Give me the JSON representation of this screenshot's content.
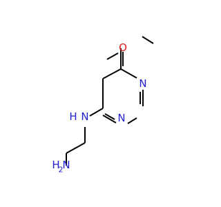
{
  "colors": {
    "bond": "#000000",
    "nitrogen": "#2020d0",
    "oxygen": "#e02020"
  },
  "atoms": {
    "o_methoxy": "O",
    "n_ring_upper": "N",
    "n_ring_lower": "N",
    "n_amine": "N",
    "h_amine": "H",
    "nh2_n": "N",
    "nh2_h": "H",
    "nh2_sub": "2"
  }
}
